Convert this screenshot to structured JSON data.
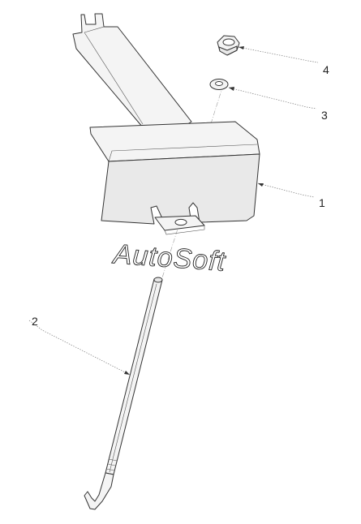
{
  "diagram": {
    "watermark": "AutoSoft",
    "callouts": [
      {
        "id": "1",
        "label": "1"
      },
      {
        "id": "2",
        "label": "2"
      },
      {
        "id": "3",
        "label": "3"
      },
      {
        "id": "4",
        "label": "4"
      }
    ],
    "colors": {
      "background": "#ffffff",
      "line": "#333333",
      "fill": "#f4f4f4"
    }
  }
}
